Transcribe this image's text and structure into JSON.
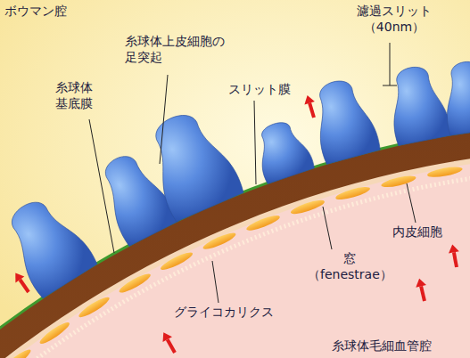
{
  "diagram": {
    "labels": [
      "ボウマン腔",
      "糸球体上皮細胞の 足突起",
      "糸球体 基底膜",
      "スリット膜",
      "濾過スリット （40nm）",
      "内皮細胞",
      "窓 （fenestrae）",
      "グライコカリクス",
      "糸球体毛細血管腔"
    ]
  }
}
